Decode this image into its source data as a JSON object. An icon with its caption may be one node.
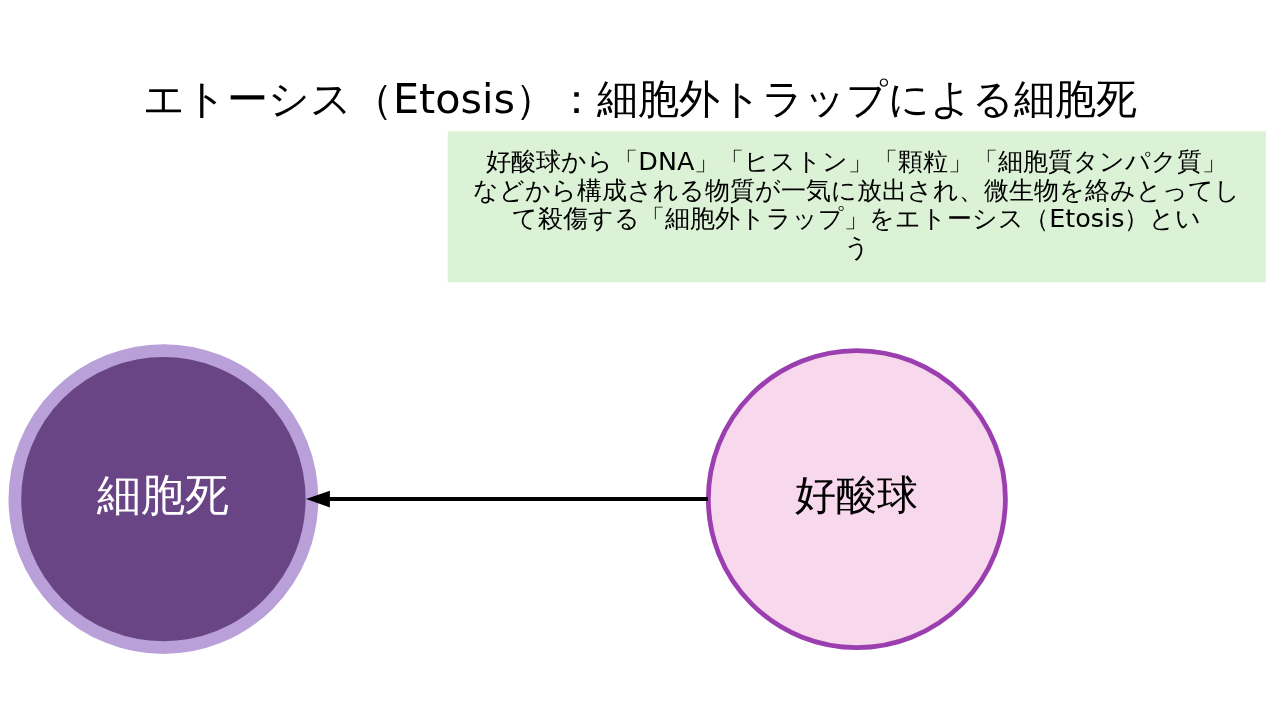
{
  "diagram": {
    "title": "エトーシス（Etosis）：細胞外トラップによる細胞死",
    "nodes": [
      {
        "text": [
          "細胞死"
        ]
      },
      {
        "text": [
          "好酸球"
        ]
      },
      {
        "text": [
          "好酸球から「DNA」「ヒストン」「顆粒」「細胞質タンパク質」などから構成される物質が一気に放出され、微生物を絡みとってして殺傷する「細胞外トラップ」をエトーシス（Etosis）という"
        ]
      }
    ],
    "edges": [
      {
        "from": 1,
        "to": 0,
        "arrow": "to"
      }
    ]
  }
}
